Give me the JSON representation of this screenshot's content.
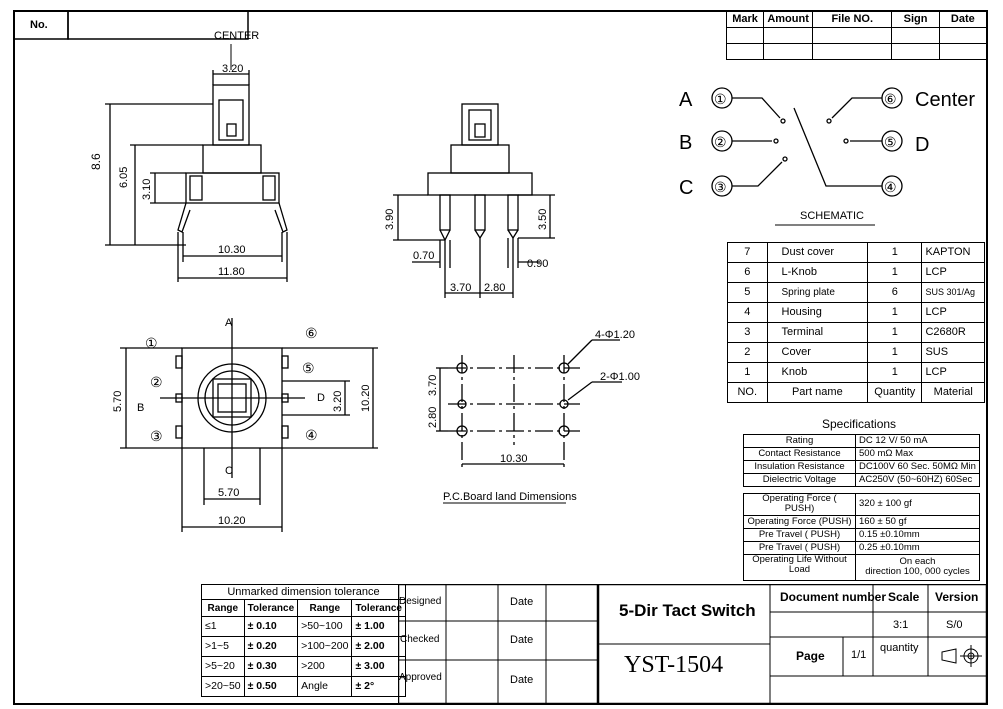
{
  "no_label": "No.",
  "revision_table": {
    "headers": [
      "Mark",
      "Amount",
      "File NO.",
      "Sign",
      "Date"
    ]
  },
  "side_view": {
    "center_label": "CENTER",
    "dims": {
      "knob_width": "3.20",
      "total_height": "8.6",
      "body_height": "6.05",
      "base_height": "3.10",
      "inner_width": "10.30",
      "outer_width": "11.80"
    }
  },
  "front_view": {
    "dims": {
      "pin_length_left": "3.90",
      "pin_length_right": "3.50",
      "pin_thick": "0.70",
      "pin_width": "0.90",
      "pitch_a": "3.70",
      "pitch_b": "2.80"
    }
  },
  "top_view": {
    "dir_a": "A",
    "dir_b": "B",
    "dir_c": "C",
    "dir_d": "D",
    "pins": [
      "①",
      "②",
      "③",
      "④",
      "⑤",
      "⑥"
    ],
    "dims": {
      "height_left": "5.70",
      "height_right_inner": "3.20",
      "height_right_outer": "10.20",
      "width_inner": "5.70",
      "width_outer": "10.20"
    }
  },
  "pcb": {
    "title": "P.C.Board  land  Dimensions",
    "hole_big": "4-Φ1.20",
    "hole_small": "2-Φ1.00",
    "dim_v1": "3.70",
    "dim_v2": "2.80",
    "dim_h": "10.30"
  },
  "schematic": {
    "title": "SCHEMATIC",
    "labels": [
      "A",
      "B",
      "C",
      "Center",
      "D"
    ],
    "pins": [
      "①",
      "②",
      "③",
      "④",
      "⑤",
      "⑥"
    ]
  },
  "bom": {
    "rows": [
      {
        "no": "7",
        "part": "Dust cover",
        "qty": "1",
        "material": "KAPTON"
      },
      {
        "no": "6",
        "part": "L-Knob",
        "qty": "1",
        "material": "LCP"
      },
      {
        "no": "5",
        "part": "Spring plate",
        "qty": "6",
        "material": "SUS 301/Ag"
      },
      {
        "no": "4",
        "part": "Housing",
        "qty": "1",
        "material": "LCP"
      },
      {
        "no": "3",
        "part": "Terminal",
        "qty": "1",
        "material": "C2680R"
      },
      {
        "no": "2",
        "part": "Cover",
        "qty": "1",
        "material": "SUS"
      },
      {
        "no": "1",
        "part": "Knob",
        "qty": "1",
        "material": "LCP"
      }
    ],
    "header": {
      "no": "NO.",
      "part": "Part name",
      "qty": "Quantity",
      "material": "Material"
    }
  },
  "specifications": {
    "title": "Specifications",
    "electrical": [
      {
        "label": "Rating",
        "value": "DC 12 V/ 50 mA"
      },
      {
        "label": "Contact Resistance",
        "value": "500 mΩ Max"
      },
      {
        "label": "Insulation Resistance",
        "value": "DC100V 60 Sec. 50MΩ Min"
      },
      {
        "label": "Dielectric Voltage",
        "value": "AC250V (50~60HZ) 60Sec"
      }
    ],
    "mechanical": [
      {
        "label": "Operating Force ( PUSH)",
        "value": "320 ± 100 gf"
      },
      {
        "label": "Operating Force (PUSH)",
        "value": "160 ± 50 gf"
      },
      {
        "label": "Pre Travel ( PUSH)",
        "value": "0.15 ±0.10mm"
      },
      {
        "label": "Pre Travel ( PUSH)",
        "value": "0.25 ±0.10mm"
      }
    ],
    "life_label": "Operating Life Without Load",
    "life_value_1": "On each",
    "life_value_2": "direction 100, 000  cycles"
  },
  "tolerance": {
    "title": "Unmarked dimension tolerance",
    "headers": [
      "Range",
      "Tolerance",
      "Range",
      "Tolerance"
    ],
    "rows": [
      [
        "≤1",
        "± 0.10",
        ">50~100",
        "± 1.00"
      ],
      [
        ">1~5",
        "± 0.20",
        ">100~200",
        "± 2.00"
      ],
      [
        ">5~20",
        "± 0.30",
        ">200",
        "± 3.00"
      ],
      [
        ">20~50",
        "± 0.50",
        "Angle",
        "± 2°"
      ]
    ]
  },
  "approvals": {
    "designed": "Designed",
    "checked": "Checked",
    "approved": "Approved",
    "date": "Date"
  },
  "title_block": {
    "title": "5-Dir Tact Switch",
    "part_no": "YST-1504",
    "document_number_label": "Document number",
    "scale_label": "Scale",
    "version_label": "Version",
    "scale_value": "3:1",
    "version_value": "S/0",
    "page_label": "Page",
    "page_value": "1/1",
    "quantity_label": "quantity"
  }
}
